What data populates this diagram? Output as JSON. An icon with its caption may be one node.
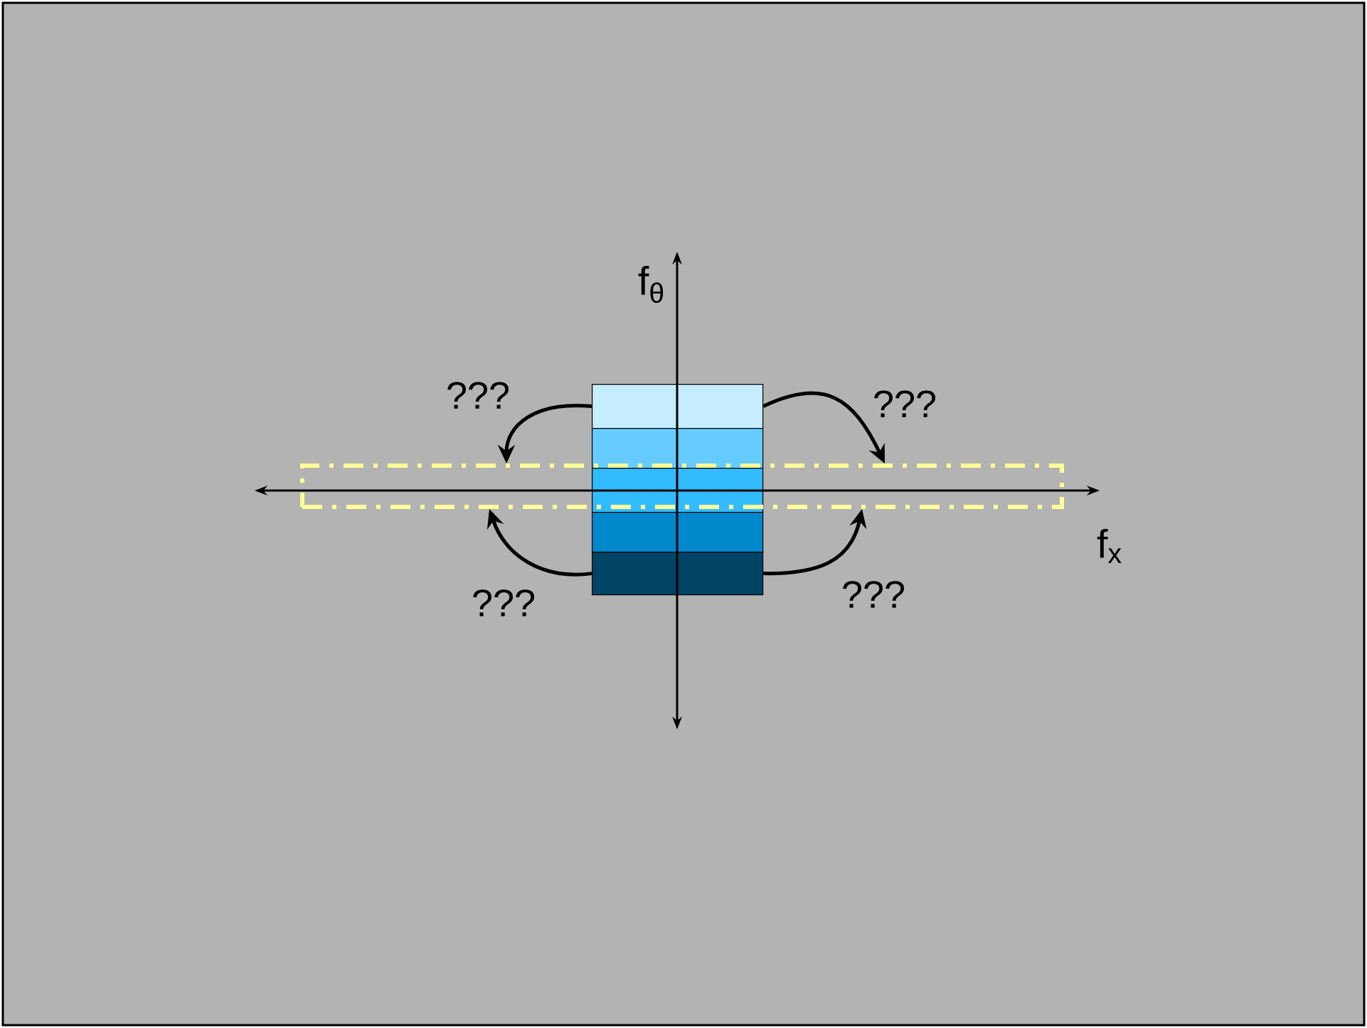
{
  "diagram": {
    "nodes": [
      {
        "text": [],
        "shape": "box"
      },
      {
        "text": [],
        "shape": "box"
      },
      {
        "text": [],
        "shape": "box"
      },
      {
        "text": [],
        "shape": "box"
      },
      {
        "text": [],
        "shape": "box"
      },
      {
        "text": [],
        "shape": "box"
      }
    ],
    "edges": [
      {
        "from": 0,
        "to": 5,
        "arrow": "to",
        "label": "???"
      },
      {
        "from": 0,
        "to": 5,
        "arrow": "to",
        "label": "???"
      },
      {
        "from": 4,
        "to": 5,
        "arrow": "to",
        "label": "???"
      },
      {
        "from": 4,
        "to": 5,
        "arrow": "to",
        "label": "???"
      }
    ],
    "labels": [
      "f$_{θ}$",
      "f$_{x}$"
    ]
  }
}
